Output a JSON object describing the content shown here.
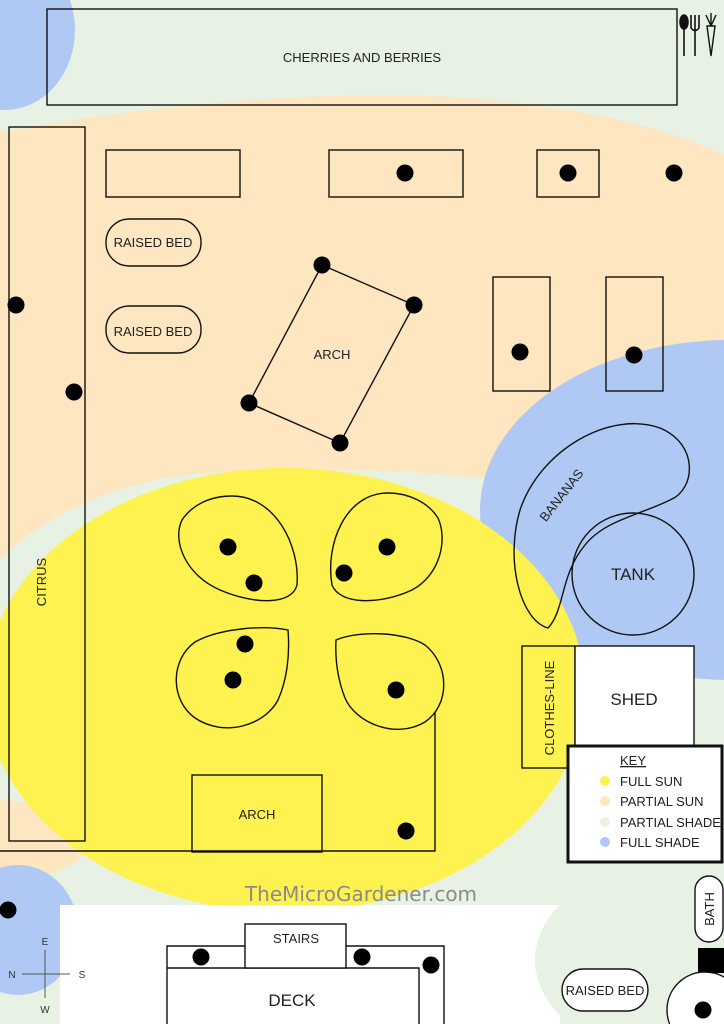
{
  "labels": {
    "cherries_berries": "CHERRIES AND BERRIES",
    "raised_bed": "RAISED BED",
    "arch": "ARCH",
    "citrus": "CITRUS",
    "bananas": "BANANAS",
    "tank": "TANK",
    "clothes_line": "CLOTHES-LINE",
    "shed": "SHED",
    "bath": "BATH",
    "stairs": "STAIRS",
    "deck": "DECK",
    "watermark": "TheMicroGardener.com"
  },
  "compass": {
    "e": "E",
    "w": "W",
    "n": "N",
    "s": "S"
  },
  "key": {
    "title": "KEY",
    "items": [
      {
        "label": "FULL SUN",
        "color": "#fef250"
      },
      {
        "label": "PARTIAL SUN",
        "color": "#fde6c0"
      },
      {
        "label": "PARTIAL SHADE",
        "color": "#e8f2e4"
      },
      {
        "label": "FULL SHADE",
        "color": "#b0c8f4"
      }
    ]
  },
  "colors": {
    "full_sun": "#fef250",
    "partial_sun": "#fde6c0",
    "partial_shade": "#e8f2e4",
    "full_shade": "#b0c8f4"
  },
  "icons": [
    "cutlery-icon",
    "carrot-icon"
  ]
}
